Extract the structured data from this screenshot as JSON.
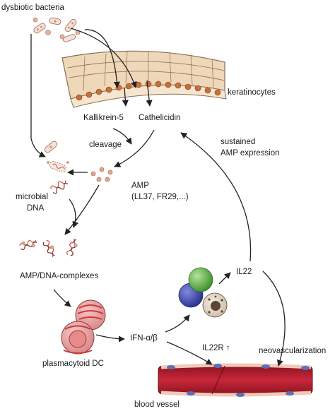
{
  "labels": {
    "dysbiotic_bacteria": "dysbiotic bacteria",
    "keratinocytes": "keratinocytes",
    "kallikrein": "Kallikrein-5",
    "cathelicidin": "Cathelicidin",
    "cleavage": "cleavage",
    "sustained": "sustained",
    "amp_expression": "AMP expression",
    "amp": "AMP",
    "amp_examples": "(LL37, FR29,...)",
    "microbial": "microbial",
    "dna": "DNA",
    "complexes": "AMP/DNA-complexes",
    "il22": "IL22",
    "ifn": "IFN-α/β",
    "il22r": "IL22R",
    "il22r_arrow": "↑",
    "neovascularization": "neovascularization",
    "pdc": "plasmacytoid DC",
    "blood_vessel": "blood vessel"
  },
  "colors": {
    "arrow": "#222222",
    "bacteria_outline": "#b07b66",
    "bacteria_fill": "#f3e2da",
    "bacteria_dot": "#d9876a",
    "cell_fill": "#efd7b9",
    "cell_outline": "#8a6d4f",
    "nucleus": "#c86f3a",
    "dc_fill": "#e79a9a",
    "dc_stripe": "#c63c3c",
    "vessel": "#b81f2e",
    "vessel_wall": "#f1c9b8",
    "blue_cell": "#3340a8",
    "green_cell": "#4fa63a",
    "mast_cell": "#5a4632"
  }
}
